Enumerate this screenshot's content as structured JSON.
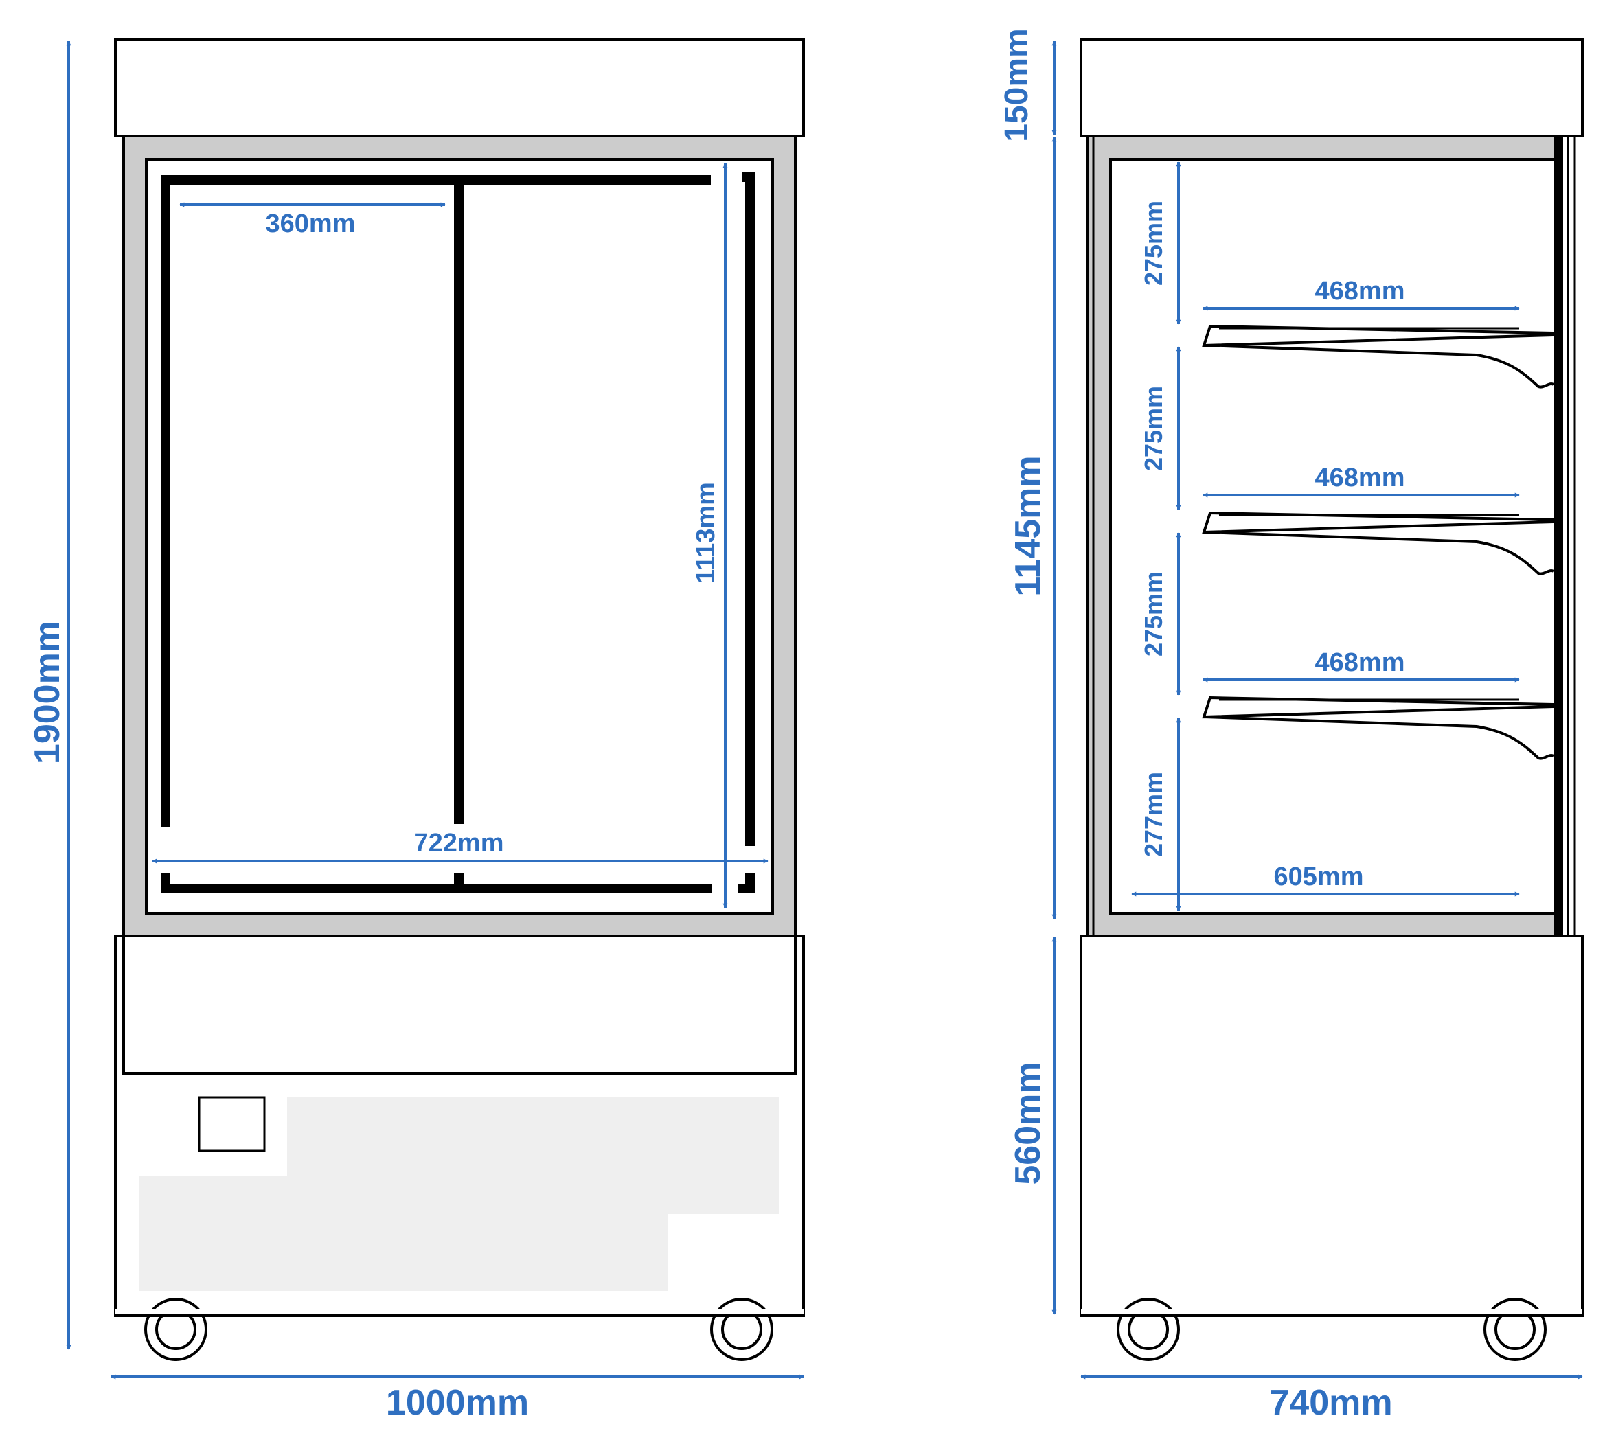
{
  "colors": {
    "dimension": "#2f6fc0",
    "outline": "#000000",
    "frame_gray": "#cccccc",
    "panel_light": "#efefef",
    "background": "#ffffff"
  },
  "front_view": {
    "height_total": "1900mm",
    "width_total": "1000mm",
    "door_width": "360mm",
    "inner_width": "722mm",
    "inner_height": "1113mm"
  },
  "side_view": {
    "top_height": "150mm",
    "display_height": "1145mm",
    "base_height": "560mm",
    "depth_total": "740mm",
    "shelf_gaps": [
      "275mm",
      "275mm",
      "275mm",
      "277mm"
    ],
    "shelf_depths": [
      "468mm",
      "468mm",
      "468mm"
    ],
    "bottom_depth": "605mm"
  }
}
